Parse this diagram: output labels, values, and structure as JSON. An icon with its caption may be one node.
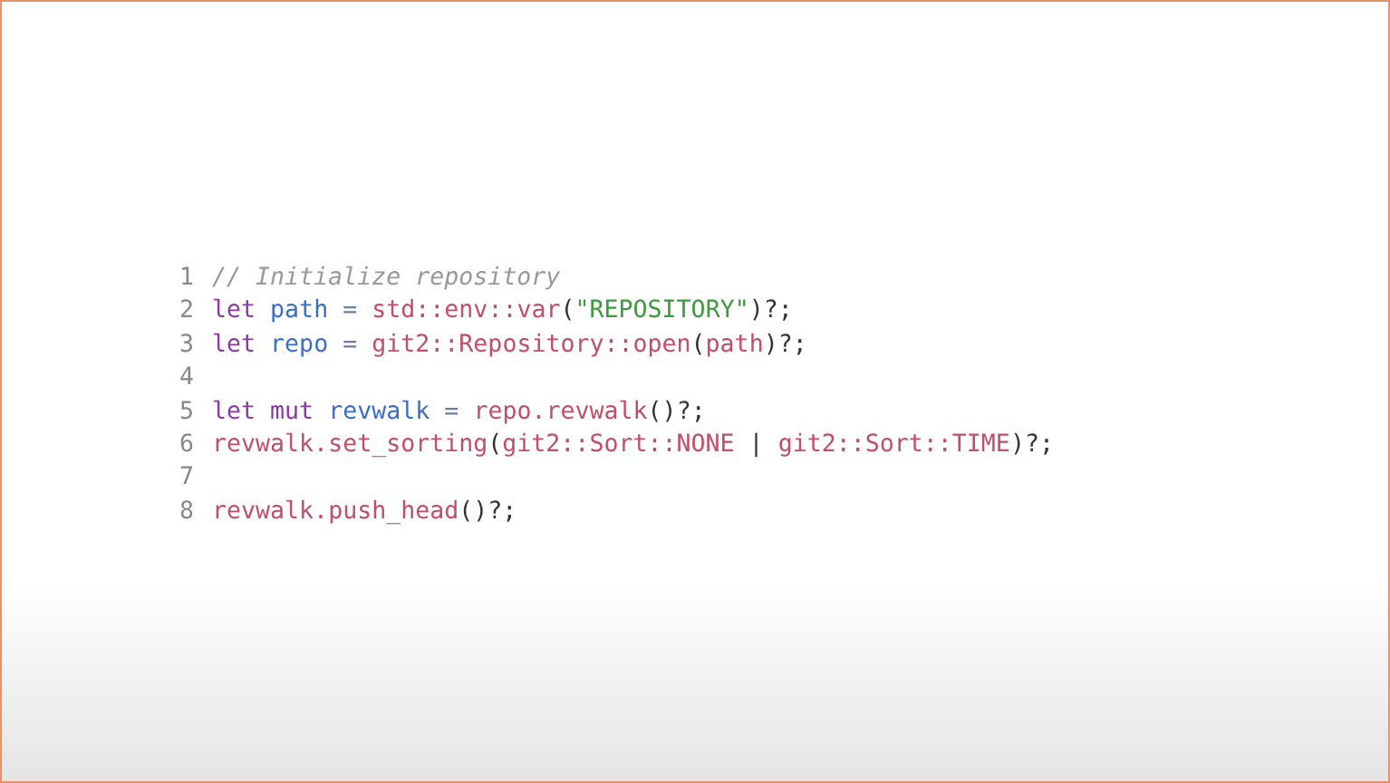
{
  "diagram": {
    "labels": [
      "1",
      "// Initialize repository",
      "2",
      "let path = std::env::var(\"REPOSITORY\")?;",
      "3",
      "let repo = git2::Repository::open(path)?;",
      "4",
      "5",
      "let mut revwalk = repo.revwalk()?;",
      "6",
      "revwalk.set_sorting(git2::Sort::NONE | git2::Sort::TIME)?;",
      "7",
      "8",
      "revwalk.push_head()?;"
    ]
  }
}
